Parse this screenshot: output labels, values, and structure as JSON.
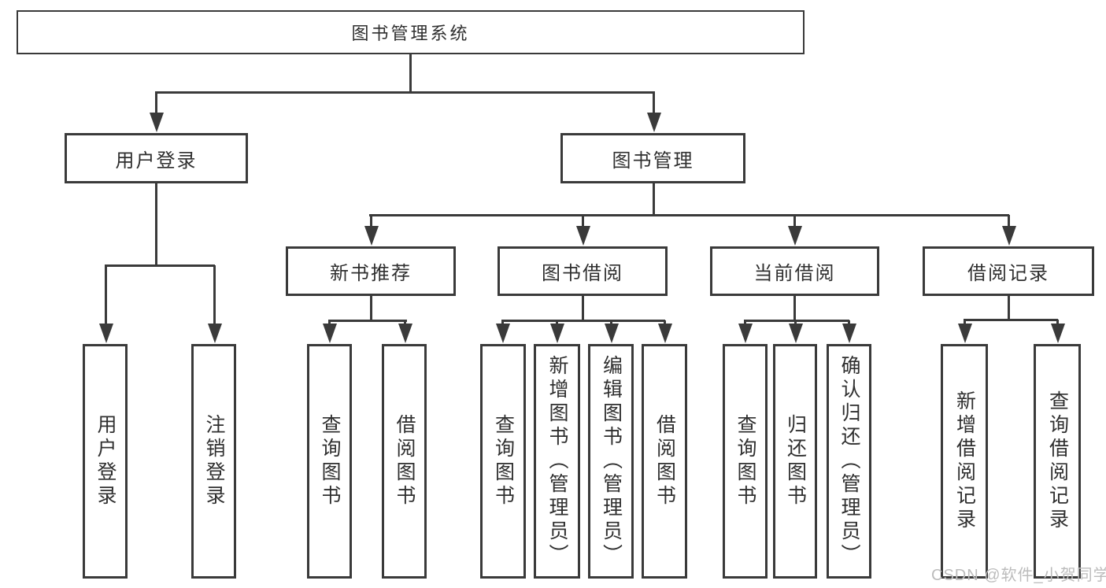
{
  "colors": {
    "line": "#3a3a3a",
    "text": "#2f2f2f",
    "node_bg": "#ffffff",
    "page_bg": "#ffffff",
    "watermark": "#bcbcbc"
  },
  "tree": {
    "label": "图书管理系统",
    "children": [
      {
        "label": "用户登录",
        "children": [
          {
            "label": "用户登录"
          },
          {
            "label": "注销登录"
          }
        ]
      },
      {
        "label": "图书管理",
        "children": [
          {
            "label": "新书推荐",
            "children": [
              {
                "label": "查询图书"
              },
              {
                "label": "借阅图书"
              }
            ]
          },
          {
            "label": "图书借阅",
            "children": [
              {
                "label": "查询图书"
              },
              {
                "label": "新增图书（管理员）"
              },
              {
                "label": "编辑图书（管理员）"
              },
              {
                "label": "借阅图书"
              }
            ]
          },
          {
            "label": "当前借阅",
            "children": [
              {
                "label": "查询图书"
              },
              {
                "label": "归还图书"
              },
              {
                "label": "确认归还（管理员）"
              }
            ]
          },
          {
            "label": "借阅记录",
            "children": [
              {
                "label": "新增借阅记录"
              },
              {
                "label": "查询借阅记录"
              }
            ]
          }
        ]
      }
    ]
  },
  "watermark": {
    "text": "CSDN @软件_小贺同学"
  }
}
